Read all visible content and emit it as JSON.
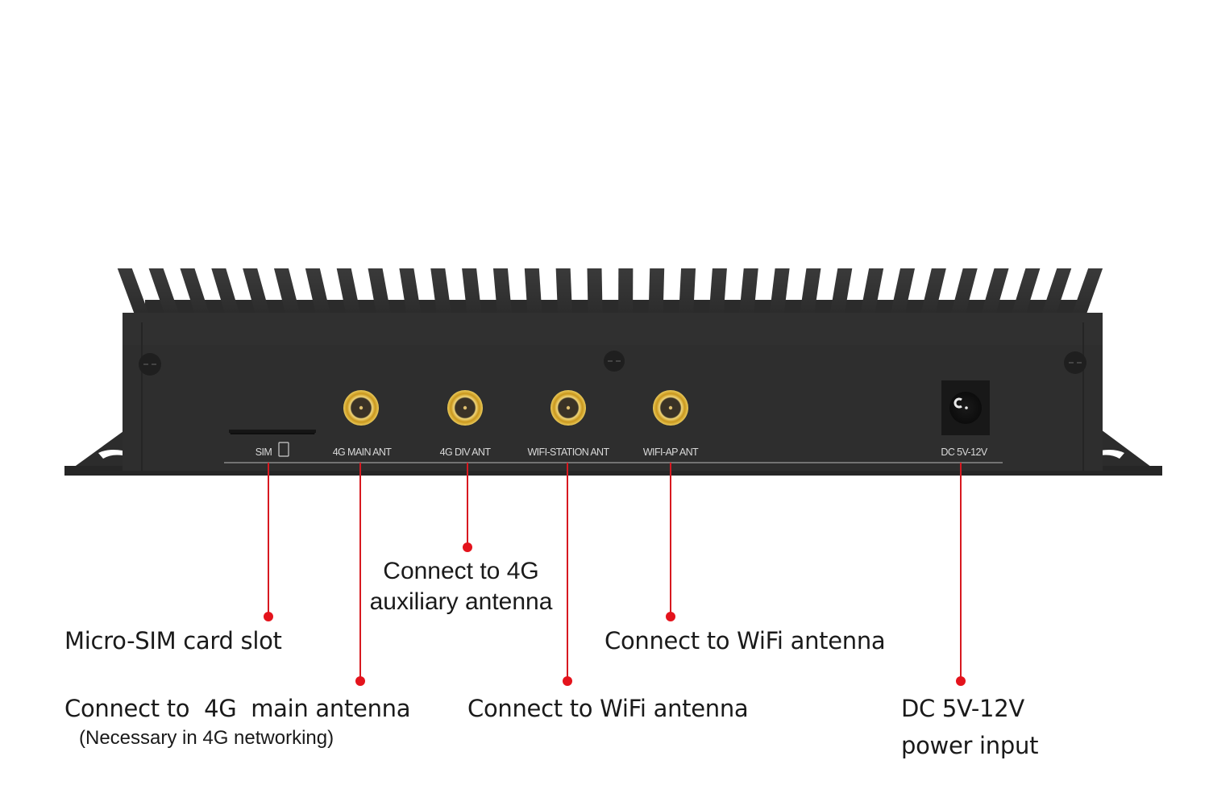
{
  "device": {
    "name": "4G/WiFi industrial router rear panel",
    "chassis_color": "#2e2e2e",
    "connector_color": "#d4aa2a",
    "port_labels": {
      "sim": "SIM",
      "main_ant": "4G MAIN ANT",
      "div_ant": "4G DIV ANT",
      "wifi_station": "WIFI-STATION ANT",
      "wifi_ap": "WIFI-AP ANT",
      "dc": "DC 5V-12V"
    }
  },
  "callouts": {
    "accent_color": "#e4131c",
    "sim": {
      "text": "Micro-SIM card slot"
    },
    "main_ant": {
      "text": "Connect to  4G  main antenna",
      "note": "(Necessary in 4G networking)"
    },
    "div_ant": {
      "line1": "Connect to 4G",
      "line2": "auxiliary antenna"
    },
    "wifi_station": {
      "text": "Connect to WiFi antenna"
    },
    "wifi_ap": {
      "text": "Connect to WiFi antenna"
    },
    "dc": {
      "line1": "DC 5V-12V",
      "line2": "power input"
    }
  }
}
